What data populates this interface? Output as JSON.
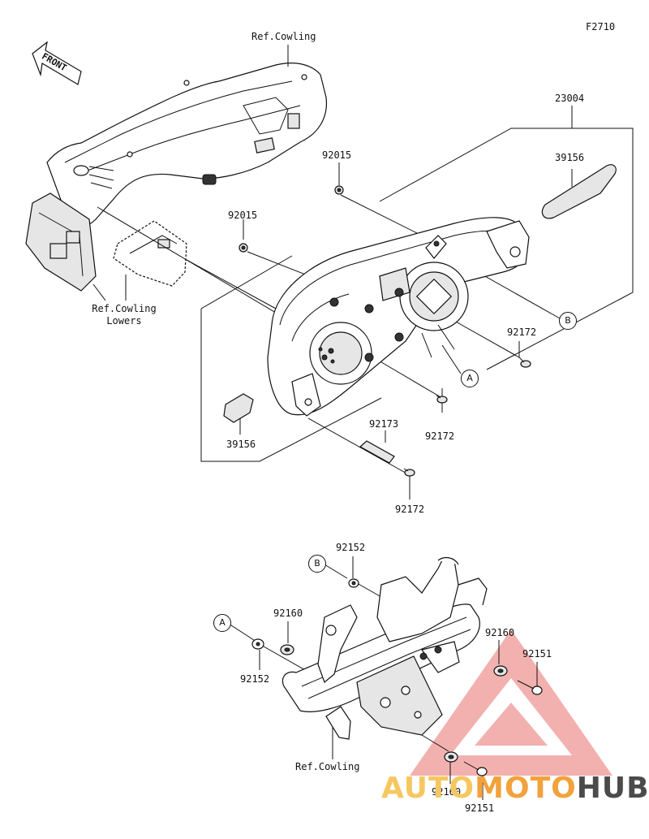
{
  "figure_code": "F2710",
  "front_label": "FRONT",
  "labels": {
    "ref_cowling_top": "Ref.Cowling",
    "ref_cowling_lowers_1": "Ref.Cowling",
    "ref_cowling_lowers_2": "Lowers",
    "ref_cowling_bottom": "Ref.Cowling",
    "p23004": "23004",
    "p39156_right": "39156",
    "p39156_left": "39156",
    "p92015_top": "92015",
    "p92015_mid": "92015",
    "p92172_right": "92172",
    "p92172_center": "92172",
    "p92172_bottom": "92172",
    "p92173": "92173",
    "p92152_top": "92152",
    "p92152_left": "92152",
    "p92160_left": "92160",
    "p92160_right": "92160",
    "p92160_bottom": "92160",
    "p92151_right": "92151",
    "p92151_bottom": "92151"
  },
  "callouts": {
    "a_upper": "A",
    "b_upper": "B",
    "a_lower": "A",
    "b_lower": "B"
  },
  "watermark": {
    "part1": "AUTO",
    "part2": "MOTO",
    "part3": "HUB",
    "logo_color": "#e8726f"
  }
}
